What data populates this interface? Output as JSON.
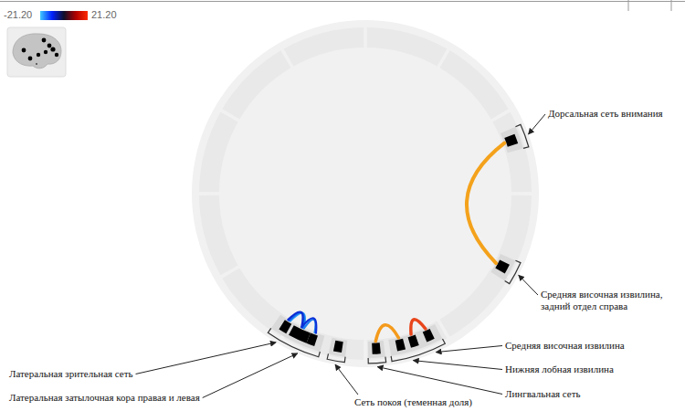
{
  "diagram": {
    "labels": [
      "-21.20",
      "21.20",
      "Дорсальная сеть внимания",
      "Средняя височная извилина, задний отдел справа",
      "Средняя височная извилина",
      "Нижняя лобная извилина",
      "Лингвальная сеть",
      "Сеть покоя (теменная доля)",
      "Латеральная зрительная сеть",
      "Латеральная затылочная кора правая и левая"
    ]
  }
}
